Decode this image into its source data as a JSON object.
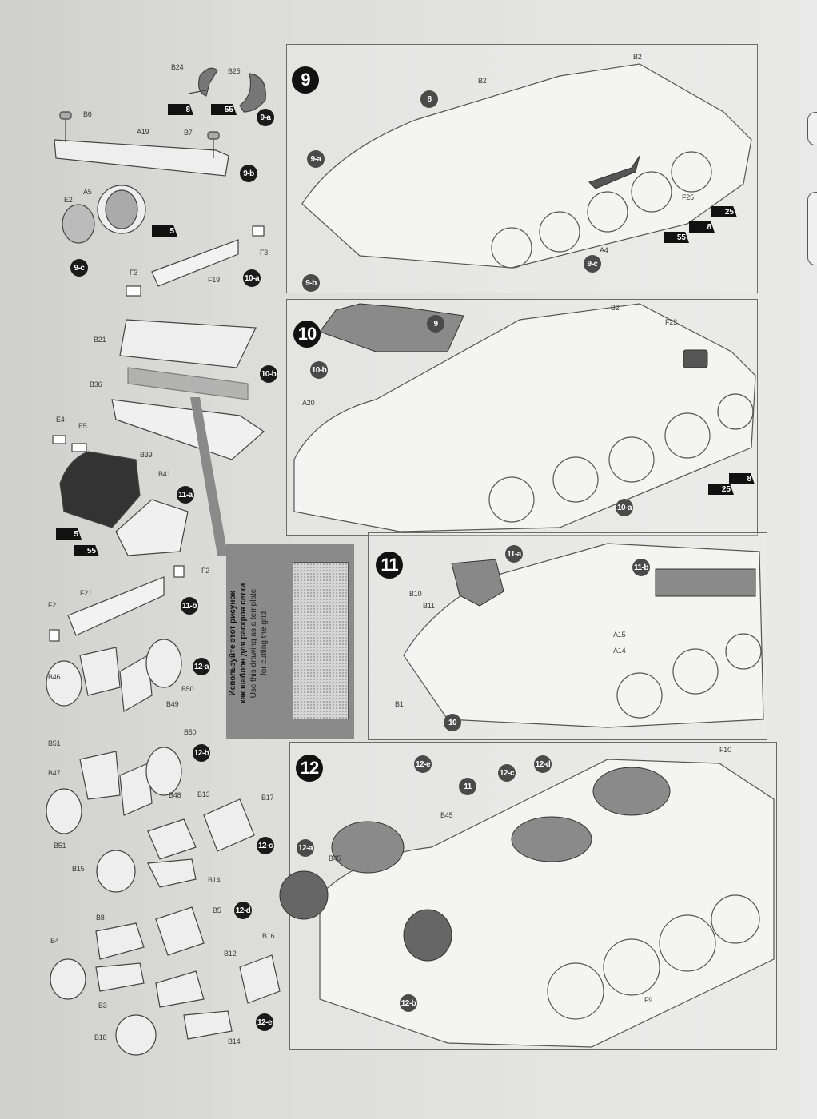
{
  "document": {
    "type": "model kit assembly instructions",
    "steps": [
      {
        "number": "9",
        "labels": [
          "B2",
          "B2",
          "8",
          "9-a",
          "9-b",
          "9-c",
          "F25",
          "A4"
        ],
        "paints": [
          "25",
          "8",
          "55"
        ]
      },
      {
        "number": "10",
        "labels": [
          "B2",
          "F23",
          "9",
          "10-b",
          "A20",
          "10-a"
        ],
        "paints": [
          "25",
          "8"
        ]
      },
      {
        "number": "11",
        "labels": [
          "11-a",
          "11-b",
          "B10",
          "B11",
          "A15",
          "A14",
          "B1",
          "10"
        ]
      },
      {
        "number": "12",
        "labels": [
          "12-e",
          "12-c",
          "12-d",
          "11",
          "B45",
          "B45",
          "12-a",
          "12-b",
          "F10",
          "F9"
        ]
      }
    ],
    "subassemblies": {
      "9a": {
        "badge": "9-a",
        "parts": [
          "B24",
          "B25"
        ],
        "paints": [
          "8",
          "55"
        ]
      },
      "9b": {
        "badge": "9-b",
        "parts": [
          "B6",
          "A19",
          "B7"
        ]
      },
      "9c": {
        "badge": "9-c",
        "parts": [
          "A5",
          "E2"
        ],
        "paints": [
          "5"
        ]
      },
      "10a": {
        "badge": "10-a",
        "parts": [
          "F3",
          "F19",
          "F3"
        ]
      },
      "10b": {
        "badge": "10-b",
        "parts": [
          "B21",
          "B36"
        ]
      },
      "11a": {
        "badge": "11-a",
        "parts": [
          "E4",
          "E5",
          "B39",
          "B41"
        ],
        "paints": [
          "5",
          "55"
        ]
      },
      "11b": {
        "badge": "11-b",
        "parts": [
          "F2",
          "F21",
          "F2"
        ]
      },
      "12a": {
        "badge": "12-a",
        "parts": [
          "B46",
          "B50",
          "B49",
          "B51"
        ]
      },
      "12b": {
        "badge": "12-b",
        "parts": [
          "B50",
          "B47",
          "B48",
          "B51"
        ]
      },
      "12c": {
        "badge": "12-c",
        "parts": [
          "B13",
          "B17",
          "B15",
          "B14"
        ]
      },
      "12d": {
        "badge": "12-d",
        "parts": [
          "B8",
          "B5",
          "B4",
          "B3"
        ]
      },
      "12e": {
        "badge": "12-e",
        "parts": [
          "B12",
          "B16",
          "B18",
          "B14"
        ]
      }
    },
    "template_note": {
      "ru_line1": "Используйте этот рисунок",
      "ru_line2": "как шаблон для раскроя сетки",
      "en_line1": "Use this drawing as a template",
      "en_line2": "for cutting the grid"
    }
  }
}
